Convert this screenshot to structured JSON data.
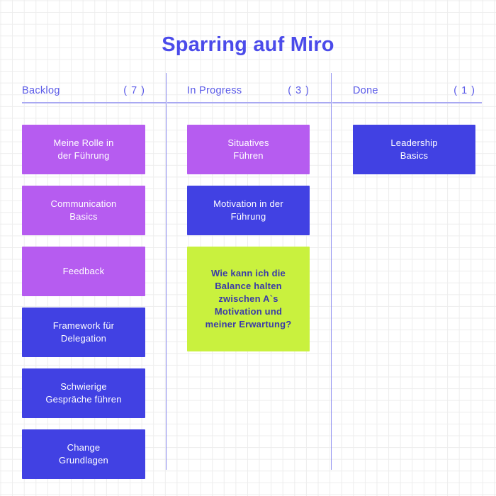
{
  "board": {
    "title": "Sparring auf Miro",
    "title_color": "#4b4bea",
    "background": "grid-paper",
    "divider_color": "#8b8bf0"
  },
  "palette": {
    "purple": "#b65cf0",
    "blue": "#4141e3",
    "green": "#c9f13e",
    "card_text_light": "#ffffff",
    "card_text_dark": "#3b3ba8",
    "header_text": "#5a5ae8"
  },
  "columns": [
    {
      "id": "backlog",
      "name": "Backlog",
      "count": "( 7 )",
      "cards": [
        {
          "text": "Meine Rolle in\nder Führung",
          "color": "purple"
        },
        {
          "text": "Communication\nBasics",
          "color": "purple"
        },
        {
          "text": "Feedback",
          "color": "purple"
        },
        {
          "text": "Framework für\nDelegation",
          "color": "blue"
        },
        {
          "text": "Schwierige\nGespräche führen",
          "color": "blue"
        },
        {
          "text": "Change\nGrundlagen",
          "color": "blue"
        }
      ]
    },
    {
      "id": "inprogress",
      "name": "In Progress",
      "count": "( 3 )",
      "cards": [
        {
          "text": "Situatives\nFühren",
          "color": "purple"
        },
        {
          "text": "Motivation in der\nFührung",
          "color": "blue"
        },
        {
          "text": "Wie kann ich die\nBalance halten\nzwischen A`s\nMotivation und\nmeiner Erwartung?",
          "color": "green",
          "tall": true
        }
      ]
    },
    {
      "id": "done",
      "name": "Done",
      "count": "( 1 )",
      "cards": [
        {
          "text": "Leadership\nBasics",
          "color": "blue"
        }
      ]
    }
  ]
}
